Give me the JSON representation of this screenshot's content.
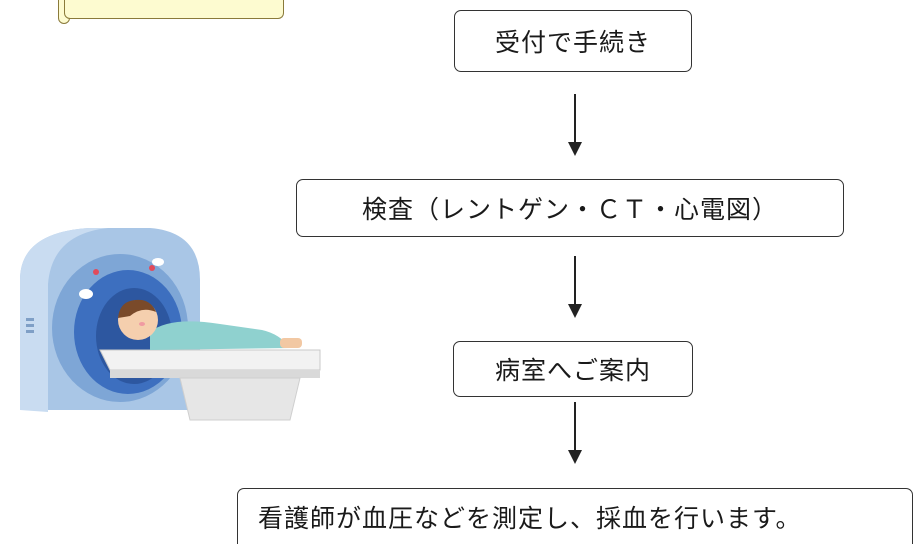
{
  "flow": {
    "steps": [
      {
        "label": "受付で手続き"
      },
      {
        "label": "検査（レントゲン・ＣＴ・心電図）"
      },
      {
        "label": "病室へご案内"
      },
      {
        "label": "看護師が血圧などを測定し、採血を行います。"
      }
    ]
  },
  "colors": {
    "banner_fill": "#fdfbd0",
    "box_border": "#333333",
    "scanner_body": "#a9c6e6",
    "scanner_bore": "#3d6fbf",
    "patient_gown": "#8fd1cf",
    "bed": "#f2f2f2"
  },
  "illustration": {
    "icon": "mri-scanner-patient-icon"
  }
}
